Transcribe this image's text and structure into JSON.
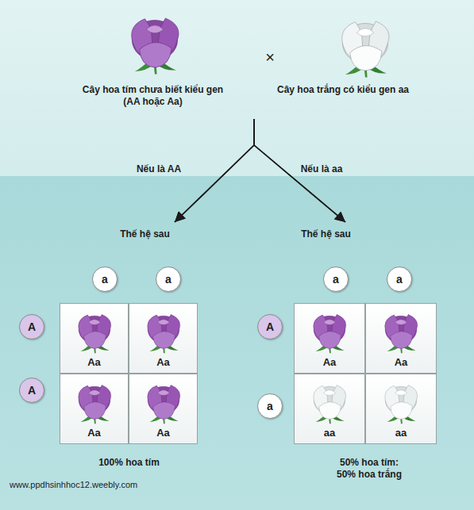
{
  "diagram": {
    "nodes": [
      {
        "text": [
          "Cây hoa tím chưa biết kiểu gen (AA hoặc Aa)"
        ]
      },
      {
        "text": [
          "Cây hoa trắng có kiểu gen aa"
        ]
      },
      {
        "text": [
          "Thế hệ sau",
          "100% hoa tím"
        ]
      },
      {
        "text": [
          "a"
        ],
        "in": 2
      },
      {
        "text": [
          "a"
        ],
        "in": 2
      },
      {
        "text": [
          "A"
        ],
        "in": 2
      },
      {
        "text": [
          "A"
        ],
        "in": 2
      },
      {
        "text": [
          "Aa"
        ],
        "in": 2
      },
      {
        "text": [
          "Aa"
        ],
        "in": 2
      },
      {
        "text": [
          "Aa"
        ],
        "in": 2
      },
      {
        "text": [
          "Aa"
        ],
        "in": 2
      },
      {
        "text": [
          "Thế hệ sau",
          "50% hoa tím: 50% hoa trắng"
        ]
      },
      {
        "text": [
          "a"
        ],
        "in": 11
      },
      {
        "text": [
          "a"
        ],
        "in": 11
      },
      {
        "text": [
          "A"
        ],
        "in": 11
      },
      {
        "text": [
          "a"
        ],
        "in": 11
      },
      {
        "text": [
          "Aa"
        ],
        "in": 11
      },
      {
        "text": [
          "Aa"
        ],
        "in": 11
      },
      {
        "text": [
          "aa"
        ],
        "in": 11
      },
      {
        "text": [
          "aa"
        ],
        "in": 11
      }
    ],
    "edges": [
      {
        "from": 0,
        "to": 2,
        "arrow": "to",
        "label": "Nếu là AA"
      },
      {
        "from": 1,
        "to": 2,
        "arrow": "to"
      },
      {
        "from": 0,
        "to": 11,
        "arrow": "to",
        "label": "Nếu là aa"
      },
      {
        "from": 1,
        "to": 11,
        "arrow": "to"
      }
    ],
    "labels": [
      "×",
      "www.ppdhsinhhoc12.weebly.com"
    ]
  }
}
